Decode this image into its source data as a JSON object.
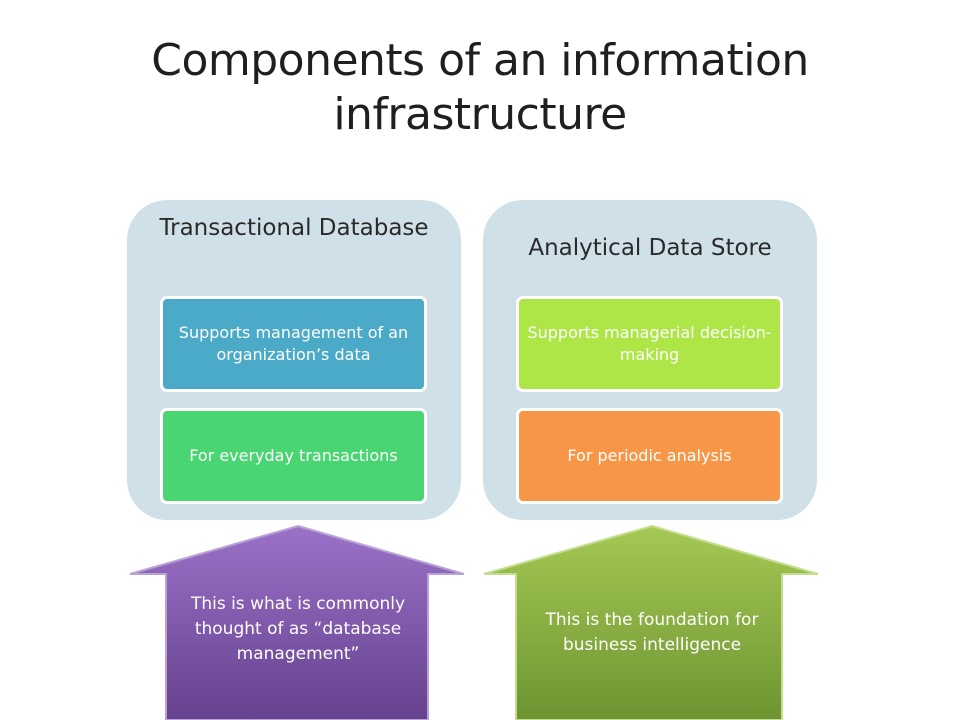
{
  "title": "Components of an information infrastructure",
  "panels": [
    {
      "title": "Transactional Database",
      "boxes": [
        "Supports management of an organization’s data",
        "For everyday transactions"
      ],
      "colors": [
        "#4aaac8",
        "#49d672"
      ]
    },
    {
      "title": "Analytical Data Store",
      "boxes": [
        "Supports managerial decision-making",
        "For periodic analysis"
      ],
      "colors": [
        "#aee648",
        "#f79646"
      ]
    }
  ],
  "arrows": [
    {
      "text": "This is what is commonly thought of as “database management”",
      "color": "#7a52a8"
    },
    {
      "text": "This is the foundation for business intelligence",
      "color": "#84aa40"
    }
  ]
}
